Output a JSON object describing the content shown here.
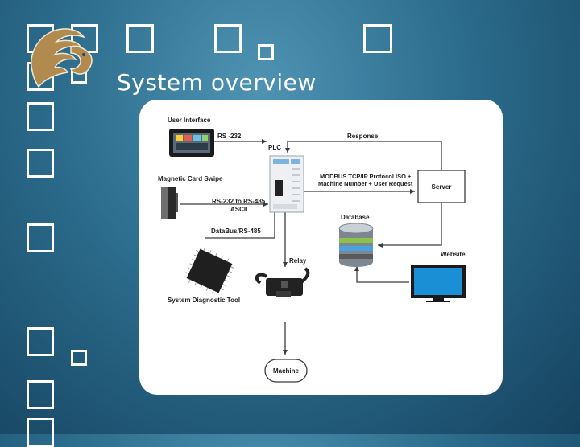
{
  "slide": {
    "title": "System overview"
  },
  "icons": {
    "logo": "pegasus-logo-icon",
    "decor": "hollow-square-icon"
  },
  "diagram": {
    "nodes": {
      "user_interface": "User Interface",
      "plc": "PLC",
      "card_swipe": "Magnetic Card Swipe",
      "server": "Server",
      "database": "Database",
      "website": "Website",
      "relay": "Relay",
      "diag_tool": "System Diagnostic Tool",
      "machine": "Machine"
    },
    "edges": {
      "rs232": "RS -232",
      "response": "Response",
      "modbus_line1": "MODBUS TCP/IP Protocol ISO +",
      "modbus_line2": "Machine Number + User Request",
      "rs485_line1": "RS-232 to RS-485",
      "rs485_line2": "ASCII",
      "databus": "DataBus/RS-485"
    }
  },
  "colors": {
    "accent_gold": "#b08a4e",
    "line": "#3c3c3c",
    "panel_bg": "#ffffff"
  }
}
